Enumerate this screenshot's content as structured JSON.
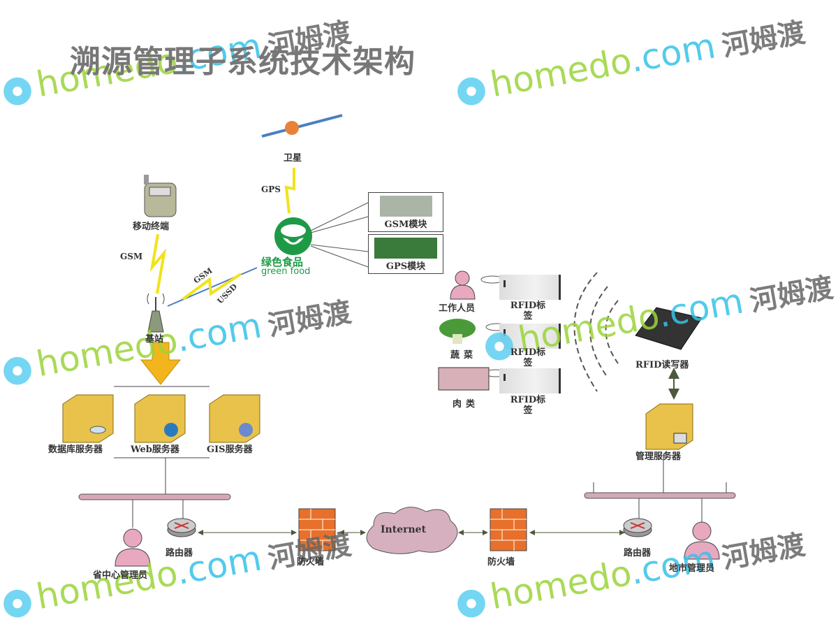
{
  "title": "溯源管理子系统技术架构",
  "nodes": {
    "satellite": "卫星",
    "gps_link": "GPS",
    "green_food_cn": "绿色食品",
    "green_food_en": "green food",
    "gsm_module": "GSM模块",
    "gps_module": "GPS模块",
    "mobile_terminal": "移动终端",
    "gsm_link": "GSM",
    "gsm_link2": "GSM",
    "ussd_link": "USSD",
    "base_station": "基站",
    "db_server": "数据库服务器",
    "web_server": "Web服务器",
    "gis_server": "GIS服务器",
    "worker": "工作人员",
    "vegetable": "蔬菜",
    "meat": "肉类",
    "rfid_tag": "RFID标签",
    "rfid_reader": "RFID读写器",
    "mgmt_server": "管理服务器",
    "province_admin": "省中心管理员",
    "router_left": "路由器",
    "firewall_left": "防火墙",
    "internet": "Internet",
    "firewall_right": "防火墙",
    "router_right": "路由器",
    "city_admin": "地市管理员"
  },
  "watermark": {
    "brand": "homedo",
    "domain": ".com",
    "cn": "河姆渡"
  }
}
